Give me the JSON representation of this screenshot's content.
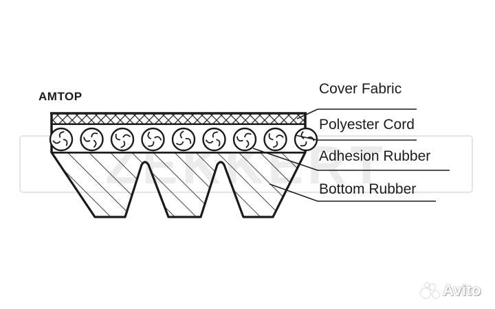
{
  "watermark": {
    "text": "ZEKKERT"
  },
  "brand": {
    "text": "AMTOP"
  },
  "labels": {
    "cover_fabric": "Cover Fabric",
    "polyester_cord": "Polyester Cord",
    "adhesion_rubber": "Adhesion Rubber",
    "bottom_rubber": "Bottom Rubber"
  },
  "site_watermark": {
    "text": "Avito"
  },
  "colors": {
    "outline": "#1a1a1a",
    "watermark": "#e6e6e6",
    "text": "#1c1c1c"
  }
}
